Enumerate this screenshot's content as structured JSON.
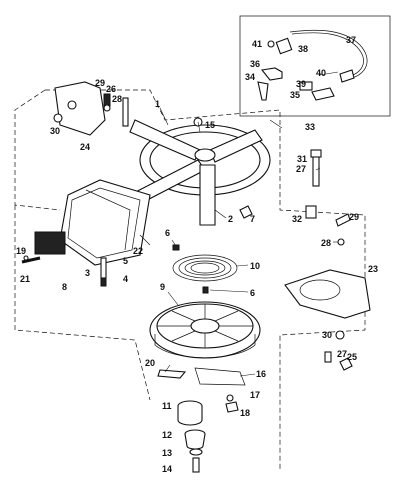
{
  "callouts": [
    {
      "id": "c1",
      "text": "1"
    },
    {
      "id": "c2",
      "text": "2"
    },
    {
      "id": "c3",
      "text": "3"
    },
    {
      "id": "c4",
      "text": "4"
    },
    {
      "id": "c5",
      "text": "5"
    },
    {
      "id": "c6a",
      "text": "6"
    },
    {
      "id": "c6b",
      "text": "6"
    },
    {
      "id": "c7",
      "text": "7"
    },
    {
      "id": "c8",
      "text": "8"
    },
    {
      "id": "c9",
      "text": "9"
    },
    {
      "id": "c10",
      "text": "10"
    },
    {
      "id": "c11",
      "text": "11"
    },
    {
      "id": "c12",
      "text": "12"
    },
    {
      "id": "c13",
      "text": "13"
    },
    {
      "id": "c14",
      "text": "14"
    },
    {
      "id": "c15",
      "text": "15"
    },
    {
      "id": "c16",
      "text": "16"
    },
    {
      "id": "c17",
      "text": "17"
    },
    {
      "id": "c18",
      "text": "18"
    },
    {
      "id": "c19",
      "text": "19"
    },
    {
      "id": "c20",
      "text": "20"
    },
    {
      "id": "c21",
      "text": "21"
    },
    {
      "id": "c22",
      "text": "22"
    },
    {
      "id": "c23",
      "text": "23"
    },
    {
      "id": "c24",
      "text": "24"
    },
    {
      "id": "c25",
      "text": "25"
    },
    {
      "id": "c26",
      "text": "26"
    },
    {
      "id": "c27a",
      "text": "27"
    },
    {
      "id": "c27b",
      "text": "27"
    },
    {
      "id": "c28a",
      "text": "28"
    },
    {
      "id": "c28b",
      "text": "28"
    },
    {
      "id": "c29a",
      "text": "29"
    },
    {
      "id": "c29b",
      "text": "29"
    },
    {
      "id": "c30a",
      "text": "30"
    },
    {
      "id": "c30b",
      "text": "30"
    },
    {
      "id": "c31",
      "text": "31"
    },
    {
      "id": "c32",
      "text": "32"
    },
    {
      "id": "c33",
      "text": "33"
    },
    {
      "id": "c34",
      "text": "34"
    },
    {
      "id": "c35",
      "text": "35"
    },
    {
      "id": "c36",
      "text": "36"
    },
    {
      "id": "c37",
      "text": "37"
    },
    {
      "id": "c38",
      "text": "38"
    },
    {
      "id": "c39",
      "text": "39"
    },
    {
      "id": "c40",
      "text": "40"
    },
    {
      "id": "c41",
      "text": "41"
    }
  ]
}
